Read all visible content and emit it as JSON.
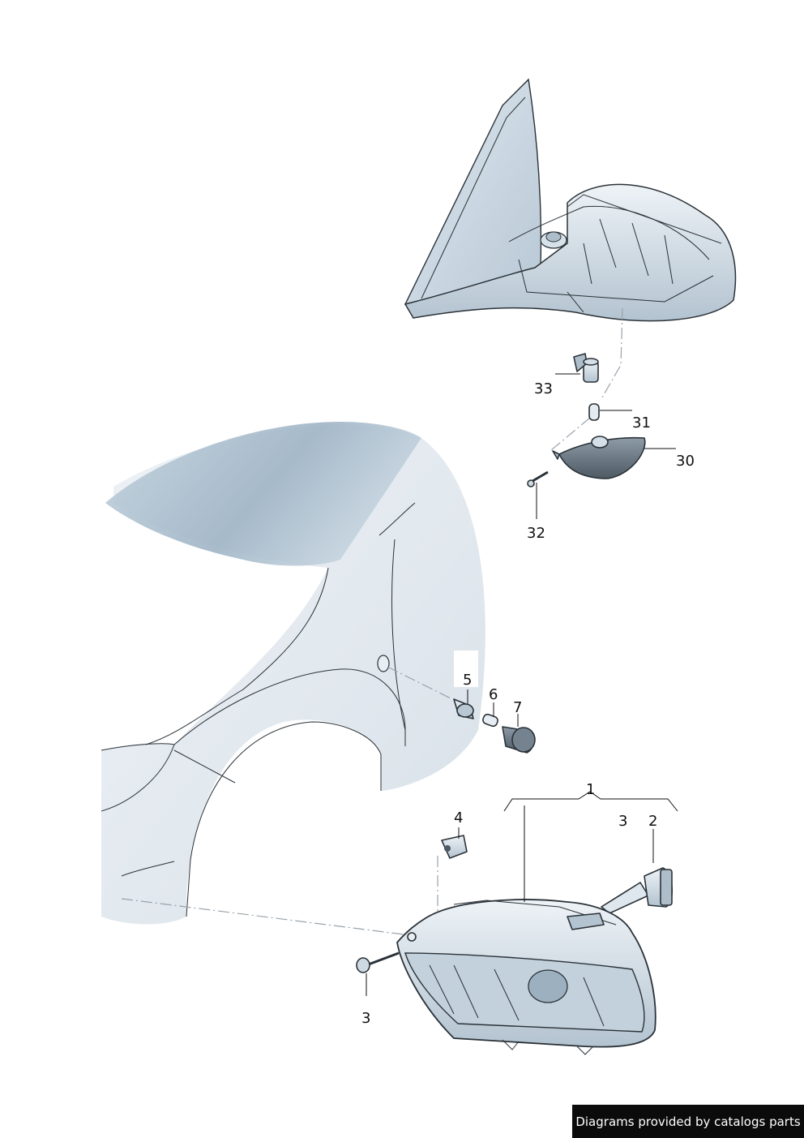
{
  "callouts": {
    "c1": "1",
    "c2": "2",
    "c3a": "3",
    "c3b": "3",
    "c4": "4",
    "c5": "5",
    "c6": "6",
    "c7": "7",
    "c30": "30",
    "c31": "31",
    "c32": "32",
    "c33": "33"
  },
  "watermark": "Diagrams provided by catalogs parts",
  "colors": {
    "body_shade": "#c9d6e0",
    "body_dark": "#a9bccb",
    "line": "#2a3238",
    "background": "#ffffff"
  }
}
